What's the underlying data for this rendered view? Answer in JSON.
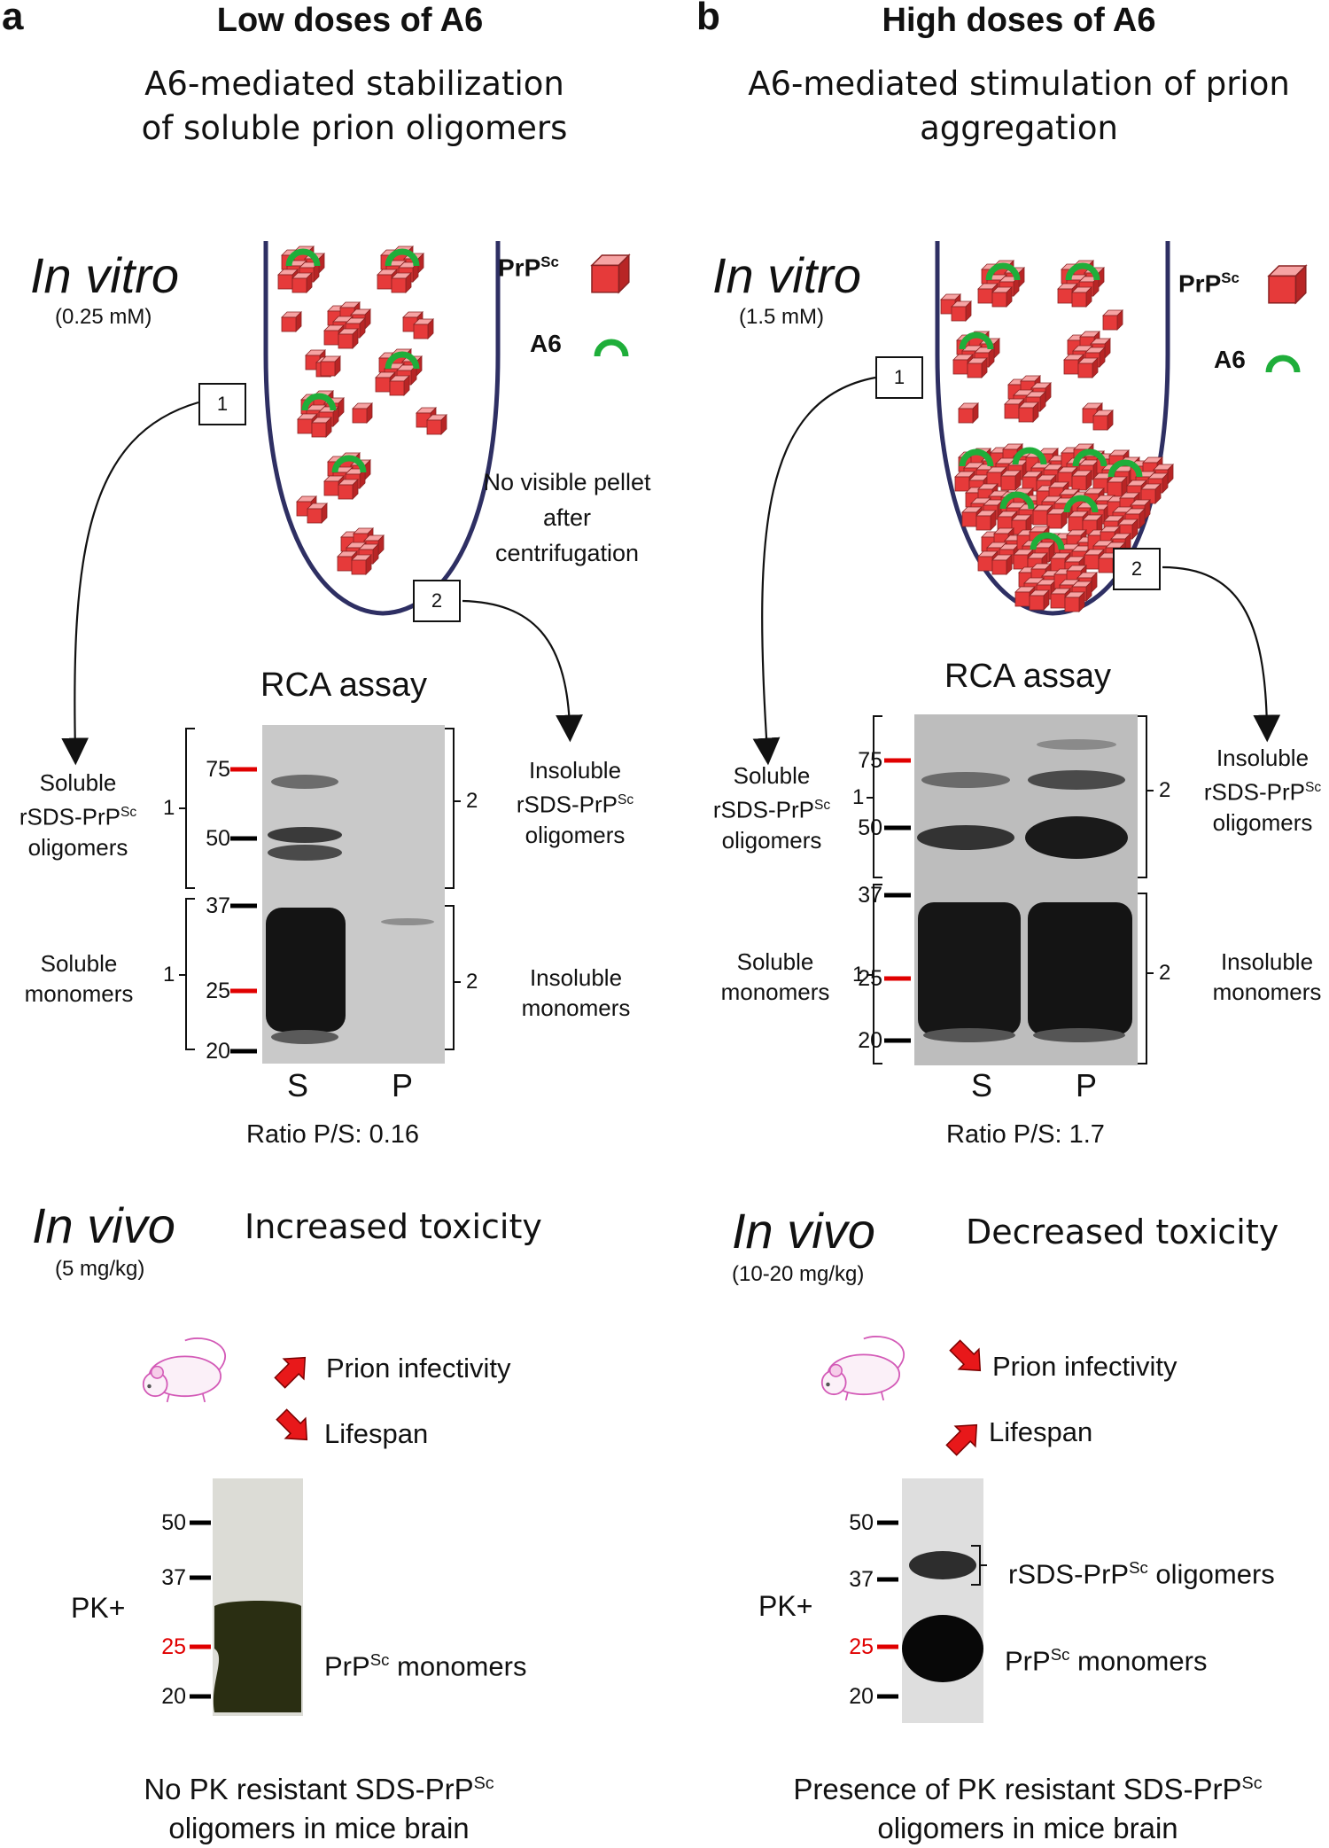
{
  "panel_a": {
    "letter": "a",
    "heading": "Low doses of A6",
    "subtitle": "A6-mediated stabilization of soluble prion oligomers",
    "in_vitro": "In vitro",
    "in_vitro_conc": "(0.25 mM)",
    "legend_prpsc": "PrP",
    "legend_sup": "Sc",
    "legend_a6": "A6",
    "pellet_note": "No visible pellet after centrifugation",
    "box1": "1",
    "box2": "2",
    "assay_title": "RCA assay",
    "left_oligo_1": "Soluble",
    "left_oligo_2": "rSDS-PrP",
    "left_oligo_3": "oligomers",
    "left_mono": "Soluble monomers",
    "right_oligo_1": "Insoluble",
    "right_oligo_2": "rSDS-PrP",
    "right_oligo_3": "oligomers",
    "right_mono": "Insoluble monomers",
    "bracket_left": "1",
    "bracket_right": "2",
    "markers": [
      "75",
      "50",
      "37",
      "25",
      "20"
    ],
    "lanes": [
      "S",
      "P"
    ],
    "ratio": "Ratio P/S: 0.16",
    "in_vivo": "In vivo",
    "in_vivo_dose": "(5 mg/kg)",
    "toxicity": "Increased toxicity",
    "effect_1": "Prion infectivity",
    "effect_2": "Lifespan",
    "pk_label": "PK+",
    "pk_markers": [
      "50",
      "37",
      "25",
      "20"
    ],
    "pk_monomer_1": "PrP",
    "pk_monomer_2": "monomers",
    "conclusion_1": "No PK resistant SDS-PrP",
    "conclusion_2": "oligomers in mice brain"
  },
  "panel_b": {
    "letter": "b",
    "heading": "High doses of A6",
    "subtitle": "A6-mediated stimulation of prion aggregation",
    "in_vitro": "In vitro",
    "in_vitro_conc": "(1.5 mM)",
    "legend_prpsc": "PrP",
    "legend_sup": "Sc",
    "legend_a6": "A6",
    "box1": "1",
    "box2": "2",
    "assay_title": "RCA assay",
    "left_oligo_1": "Soluble",
    "left_oligo_2": "rSDS-PrP",
    "left_oligo_3": "oligomers",
    "left_mono": "Soluble monomers",
    "right_oligo_1": "Insoluble",
    "right_oligo_2": "rSDS-PrP",
    "right_oligo_3": "oligomers",
    "right_mono": "Insoluble monomers",
    "bracket_left": "1",
    "bracket_right": "2",
    "markers": [
      "75",
      "50",
      "37",
      "25",
      "20"
    ],
    "lanes": [
      "S",
      "P"
    ],
    "ratio": "Ratio P/S: 1.7",
    "in_vivo": "In vivo",
    "in_vivo_dose": "(10-20 mg/kg)",
    "toxicity": "Decreased toxicity",
    "effect_1": "Prion infectivity",
    "effect_2": "Lifespan",
    "pk_label": "PK+",
    "pk_markers": [
      "50",
      "37",
      "25",
      "20"
    ],
    "pk_oligo_1": "rSDS-PrP",
    "pk_oligo_2": "oligomers",
    "pk_monomer_1": "PrP",
    "pk_monomer_2": "monomers",
    "conclusion_1": "Presence of PK resistant SDS-PrP",
    "conclusion_2": "oligomers in mice brain"
  },
  "colors": {
    "tube": "#2e2f63",
    "cube": "#e63a3a",
    "a6": "#1fae3a",
    "marker_red": "#e00000",
    "arrow_red": "#e8181a",
    "blot_bg": "#c8c8c8",
    "pk_a_band": "#2a2e12"
  },
  "icons": [
    "prpsc-cube-icon",
    "a6-arc-icon",
    "mouse-icon",
    "up-arrow-icon",
    "down-arrow-icon"
  ]
}
